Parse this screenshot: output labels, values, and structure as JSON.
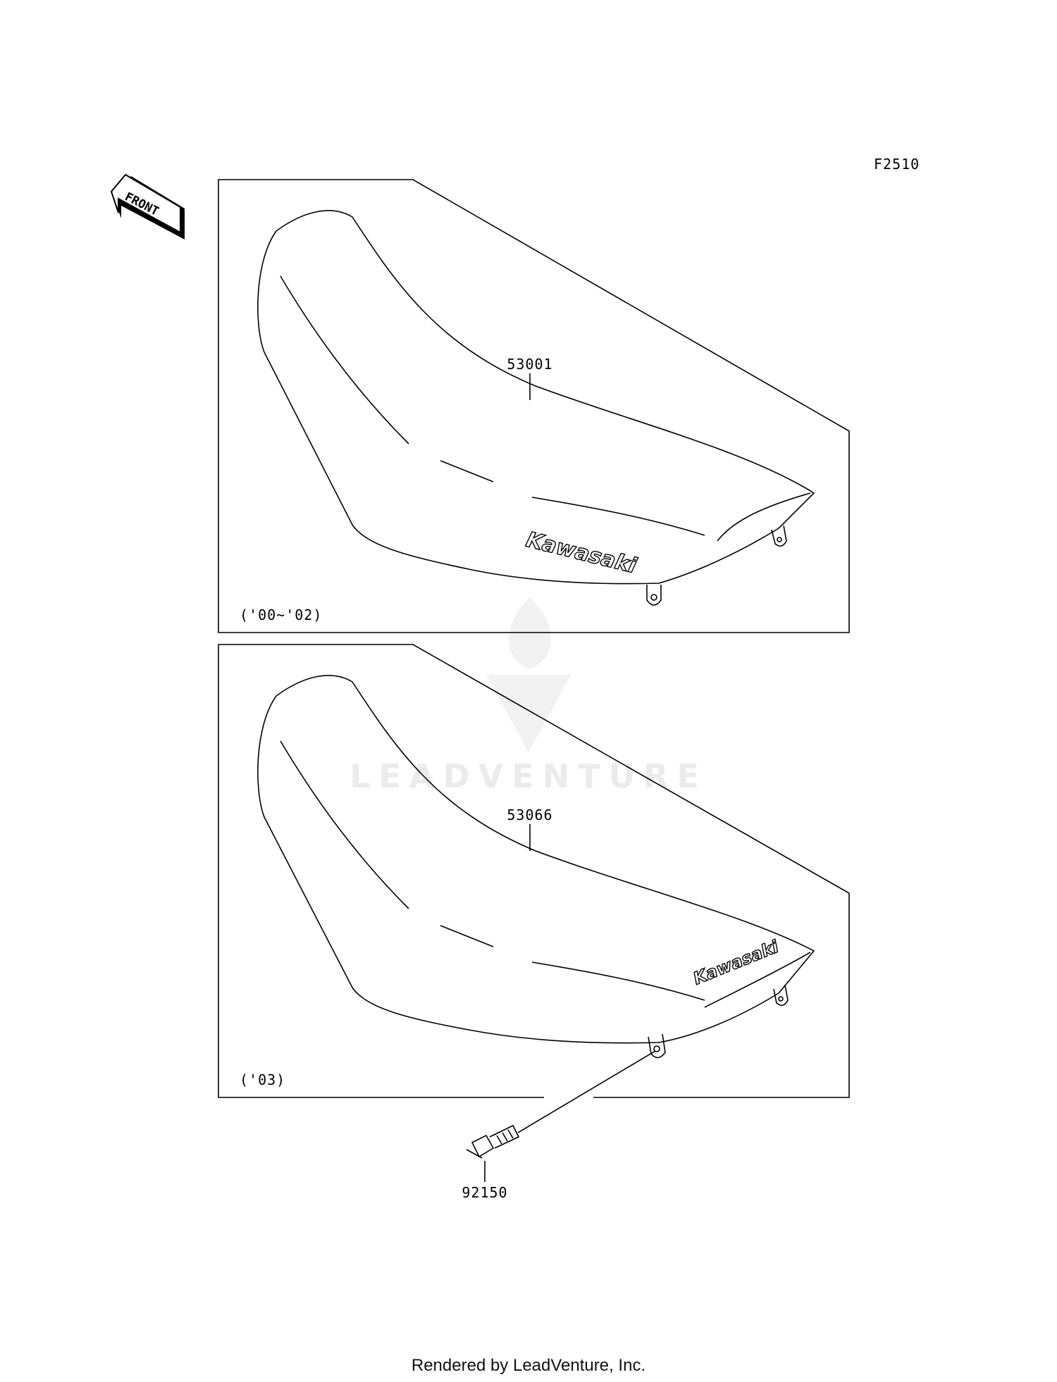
{
  "diagram_code": "F2510",
  "front_label": "FRONT",
  "watermark": "LEADVENTURE",
  "footer": "Rendered by LeadVenture, Inc.",
  "panels": [
    {
      "part_number": "53001",
      "years": "('00~'02)",
      "logo_text": "Kawasaki"
    },
    {
      "part_number": "53066",
      "years": "('03)",
      "logo_text": "Kawasaki"
    }
  ],
  "hardware": [
    {
      "part_number": "92150",
      "icon": "bolt-icon"
    }
  ]
}
